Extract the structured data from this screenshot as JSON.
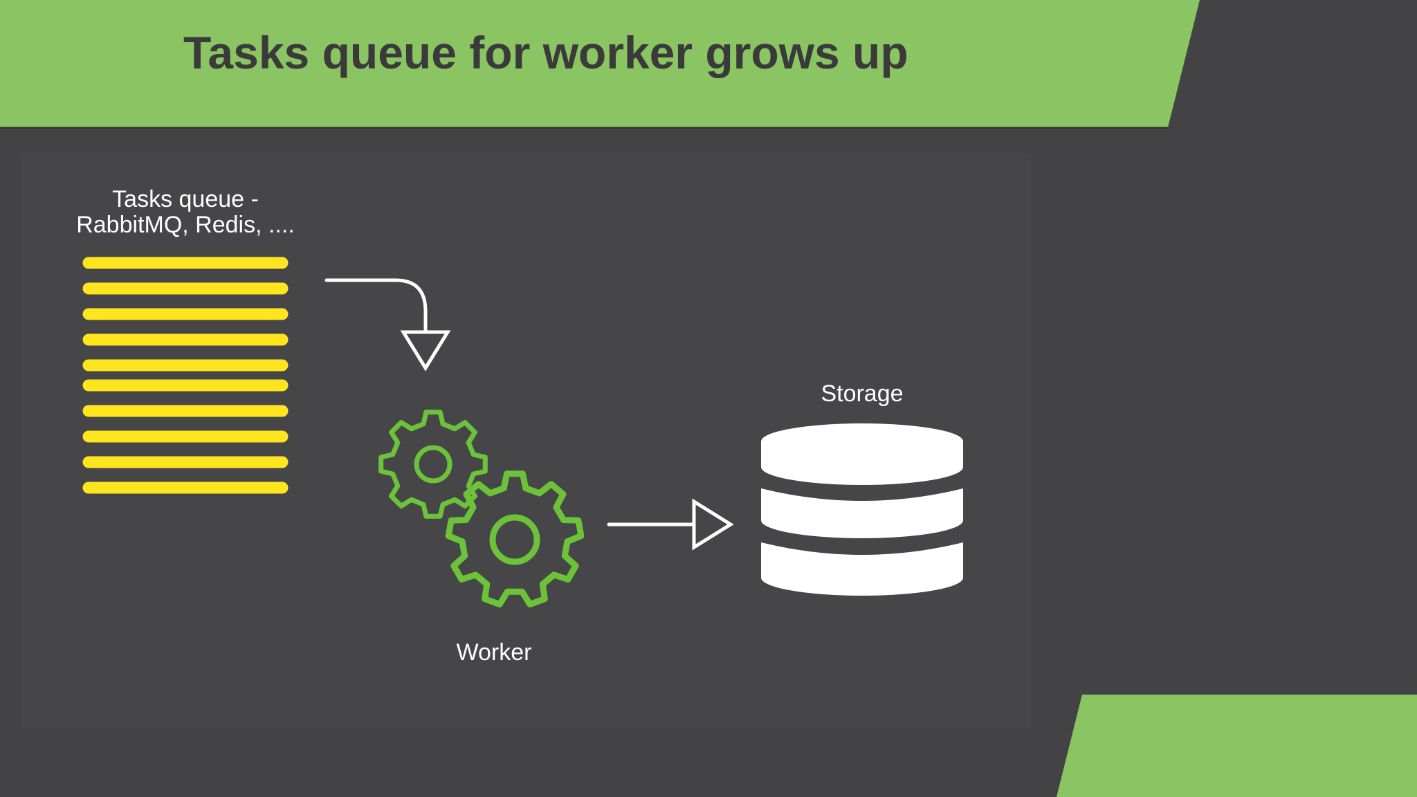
{
  "slide": {
    "title": "Tasks queue for worker grows up"
  },
  "diagram": {
    "queue": {
      "label_line1": "Tasks queue -",
      "label_line2": "RabbitMQ, Redis, ....",
      "item_count": 10,
      "item_color": "#ffe51e",
      "icon": "queue-lines-icon"
    },
    "worker": {
      "label": "Worker",
      "icon": "gears-icon",
      "color": "#6cc33a"
    },
    "storage": {
      "label": "Storage",
      "icon": "database-icon",
      "color": "#ffffff"
    }
  },
  "colors": {
    "accent_green": "#8bc462",
    "background": "#434345",
    "panel": "#464648",
    "title_text": "#3a3a3a"
  }
}
